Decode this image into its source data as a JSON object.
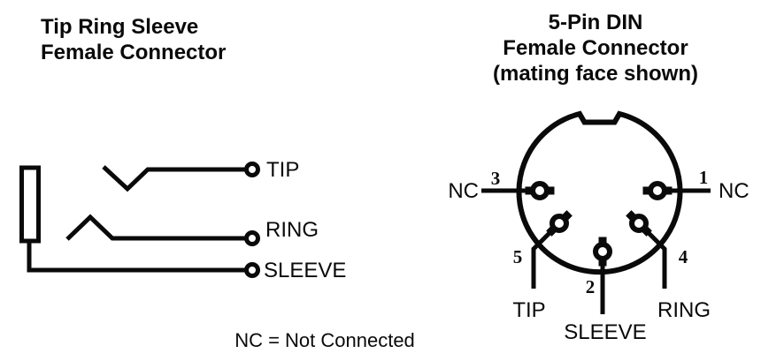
{
  "left_panel": {
    "title_line1": "Tip Ring Sleeve",
    "title_line2": "Female Connector",
    "terminals": {
      "tip": "TIP",
      "ring": "RING",
      "sleeve": "SLEEVE"
    }
  },
  "right_panel": {
    "title_line1": "5-Pin DIN",
    "title_line2": "Female Connector",
    "title_line3": "(mating face shown)",
    "pins": {
      "pin1": {
        "number": "1",
        "label": "NC"
      },
      "pin2": {
        "number": "2",
        "label": "SLEEVE"
      },
      "pin3": {
        "number": "3",
        "label": "NC"
      },
      "pin4": {
        "number": "4",
        "label": "RING"
      },
      "pin5": {
        "number": "5",
        "label": "TIP"
      }
    }
  },
  "footnote": "NC = Not Connected",
  "colors": {
    "line": "#0a0a0a",
    "background": "#ffffff"
  }
}
